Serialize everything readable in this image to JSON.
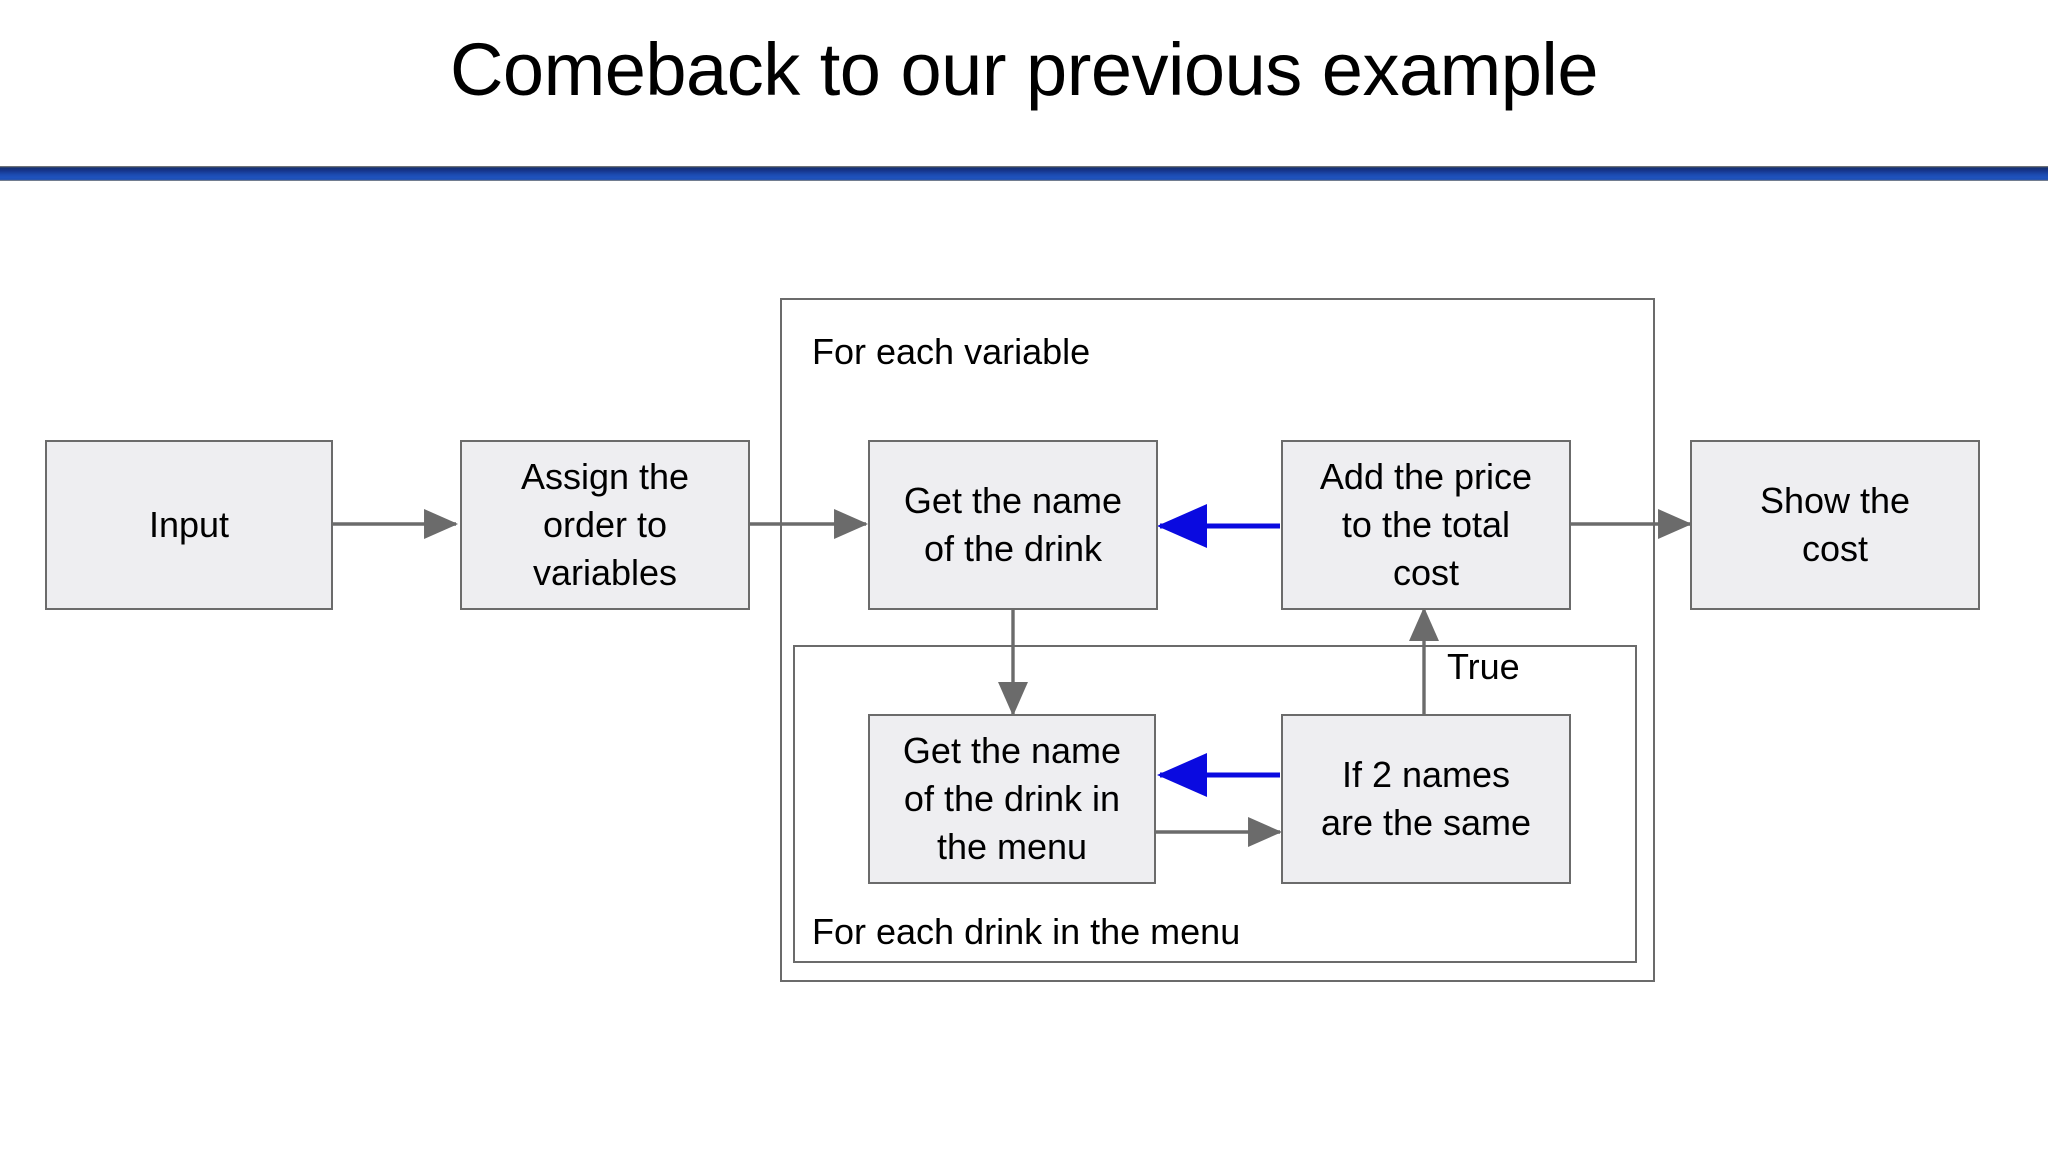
{
  "slide": {
    "title": "Comeback to our previous example",
    "accent_color": "#1f53bd",
    "rule_edge_color": "#6e7277",
    "background": "#ffffff"
  },
  "diagram": {
    "type": "flowchart",
    "box_fill": "#eeeef1",
    "box_border": "#6b6b6b",
    "connector_color": "#6b6b6b",
    "highlight_connector_color": "#0a0ae0",
    "boxes": [
      {
        "id": "input",
        "label": "Input"
      },
      {
        "id": "assign",
        "label": "Assign the\norder to\nvariables"
      },
      {
        "id": "get-drink",
        "label": "Get the name\nof the drink"
      },
      {
        "id": "add-price",
        "label": "Add the price\nto the total\ncost"
      },
      {
        "id": "show-cost",
        "label": "Show the\ncost"
      },
      {
        "id": "get-menu",
        "label": "Get the name\nof the drink in\nthe menu"
      },
      {
        "id": "compare",
        "label": "If 2 names\nare the same"
      }
    ],
    "loops": [
      {
        "id": "outer-loop",
        "label": "For each variable"
      },
      {
        "id": "inner-loop",
        "label": "For each drink in the menu"
      }
    ],
    "edge_labels": [
      {
        "id": "true-label",
        "label": "True"
      }
    ]
  }
}
